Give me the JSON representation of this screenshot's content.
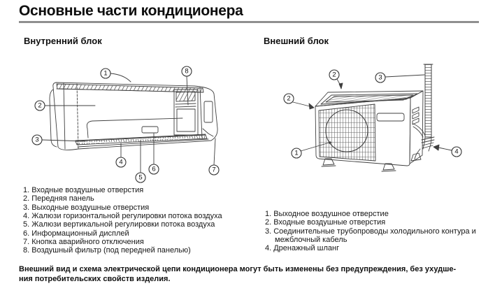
{
  "page": {
    "title": "Основные части кондиционера",
    "rule_color": "#8F8F8F",
    "footer": {
      "line1": "Внешний вид и схема электрической цепи кондиционера могут быть изменены без предупреждения, без ухудше-",
      "line2": "ния потребительских свойств изделия."
    }
  },
  "indoor": {
    "heading": "Внутренний блок",
    "parts": [
      "1. Входные воздушные отверстия",
      "2. Передняя панель",
      "3. Выходные воздушные отверстия",
      "4. Жалюзи горизонтальной регулировки потока воздуха",
      "5. Жалюзи вертикальной регулировки потока воздуха",
      "6. Информационный дисплей",
      "7. Кнопка аварийного отключения",
      "8. Воздушный фильтр (под передней панелью)"
    ],
    "callouts": {
      "c1": "1",
      "c2": "2",
      "c3": "3",
      "c4": "4",
      "c5": "5",
      "c6": "6",
      "c7": "7",
      "c8": "8"
    }
  },
  "outdoor": {
    "heading": "Внешний блок",
    "parts": [
      "1. Выходное воздушное отверстие",
      "2. Входные воздушные отверстия",
      "3. Соединительные трубопроводы холодильного контура и межблочный кабель",
      "4. Дренажный шланг"
    ],
    "callouts": {
      "top2": "2",
      "c3": "3",
      "left2": "2",
      "c1": "1",
      "c4": "4"
    }
  }
}
